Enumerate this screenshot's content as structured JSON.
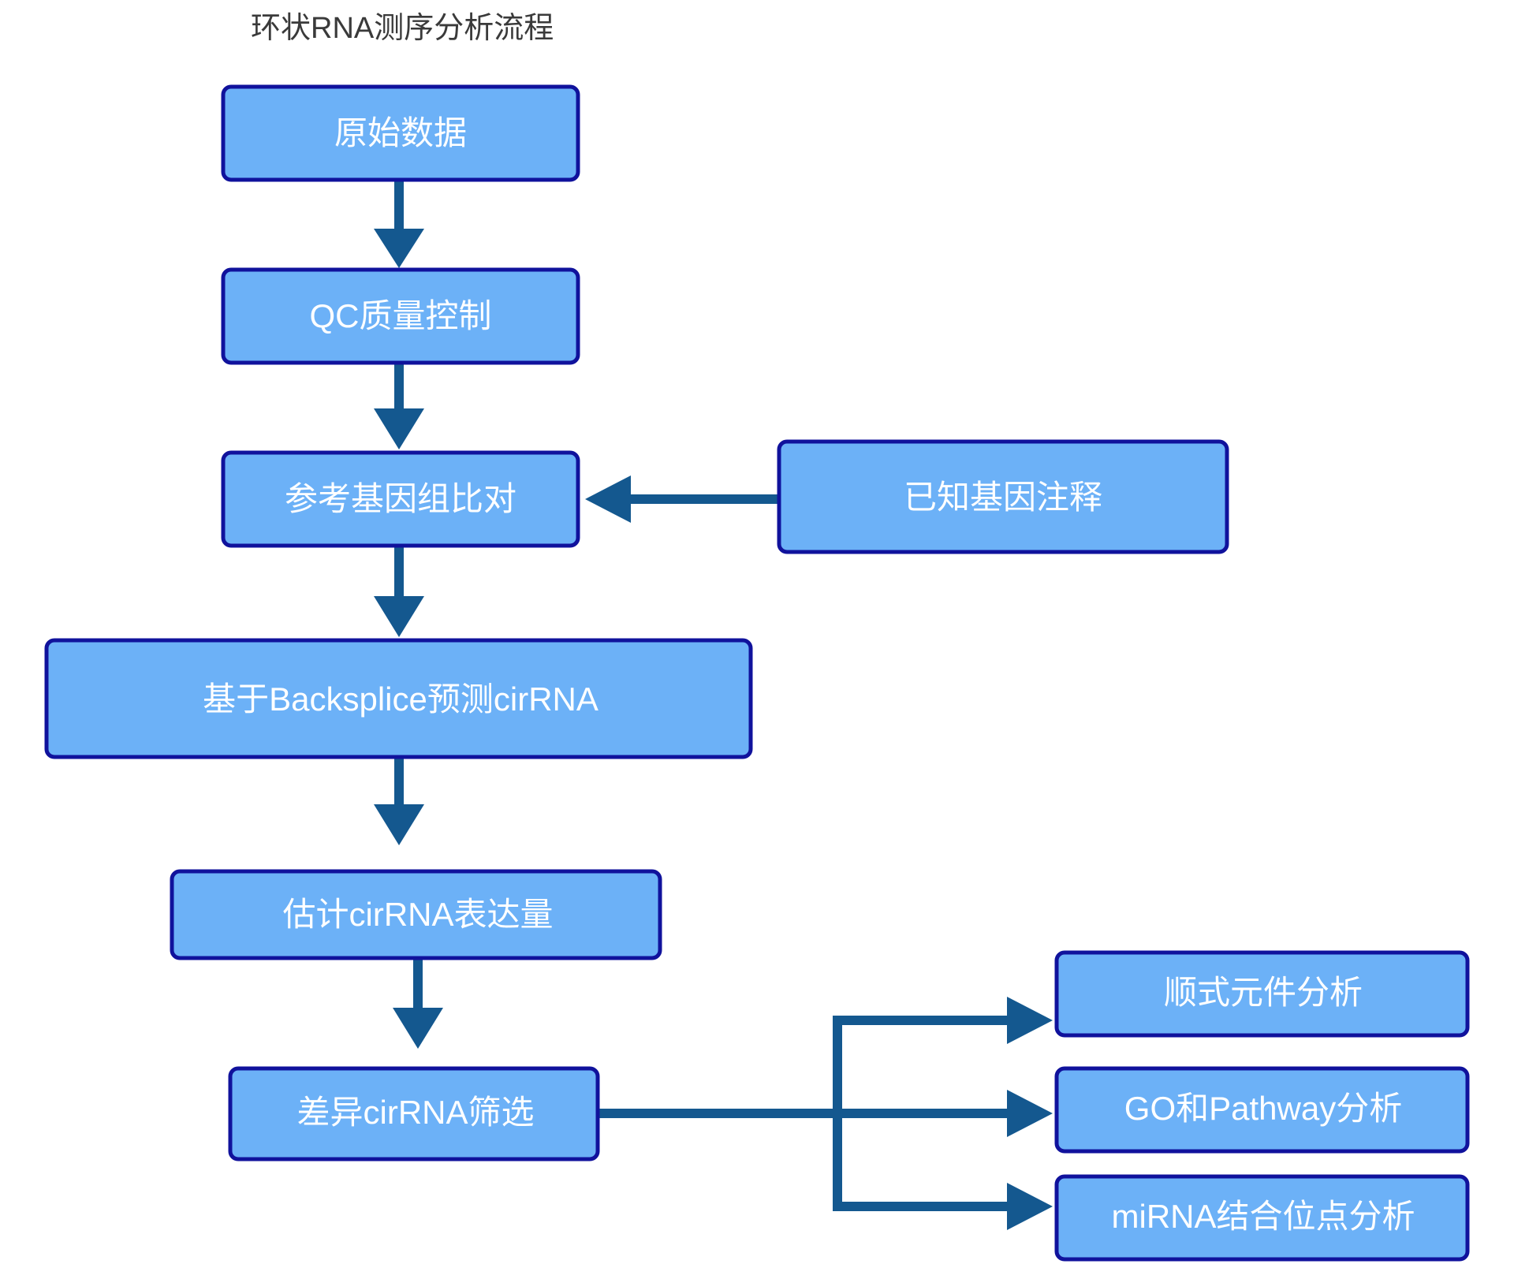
{
  "diagram": {
    "title": "环状RNA测序分析流程",
    "colors": {
      "node_fill": "#6cb1f7",
      "node_border": "#10129c",
      "node_text": "#ffffff",
      "connector": "#14588f",
      "title_text": "#3a3a3a",
      "background": "#ffffff"
    },
    "nodes": [
      {
        "id": "raw-data",
        "label": "原始数据"
      },
      {
        "id": "qc",
        "label": "QC质量控制"
      },
      {
        "id": "genome-align",
        "label": "参考基因组比对"
      },
      {
        "id": "known-annotation",
        "label": "已知基因注释"
      },
      {
        "id": "backsplice",
        "label": "基于Backsplice预测cirRNA"
      },
      {
        "id": "expression",
        "label": "估计cirRNA表达量"
      },
      {
        "id": "diff-screen",
        "label": "差异cirRNA筛选"
      },
      {
        "id": "cis-element",
        "label": "顺式元件分析"
      },
      {
        "id": "go-pathway",
        "label": "GO和Pathway分析"
      },
      {
        "id": "mirna-binding",
        "label": "miRNA结合位点分析"
      }
    ],
    "edges": [
      {
        "id": "edge-raw-to-qc",
        "from": "raw-data",
        "to": "qc",
        "direction": "down"
      },
      {
        "id": "edge-qc-to-align",
        "from": "qc",
        "to": "genome-align",
        "direction": "down"
      },
      {
        "id": "edge-annotation-to-align",
        "from": "known-annotation",
        "to": "genome-align",
        "direction": "left"
      },
      {
        "id": "edge-align-to-backsplice",
        "from": "genome-align",
        "to": "backsplice",
        "direction": "down"
      },
      {
        "id": "edge-backsplice-to-expr",
        "from": "backsplice",
        "to": "expression",
        "direction": "down"
      },
      {
        "id": "edge-expr-to-diff",
        "from": "expression",
        "to": "diff-screen",
        "direction": "down"
      },
      {
        "id": "edge-diff-to-cis",
        "from": "diff-screen",
        "to": "cis-element",
        "direction": "right"
      },
      {
        "id": "edge-diff-to-go",
        "from": "diff-screen",
        "to": "go-pathway",
        "direction": "right"
      },
      {
        "id": "edge-diff-to-mirna",
        "from": "diff-screen",
        "to": "mirna-binding",
        "direction": "right"
      }
    ]
  }
}
